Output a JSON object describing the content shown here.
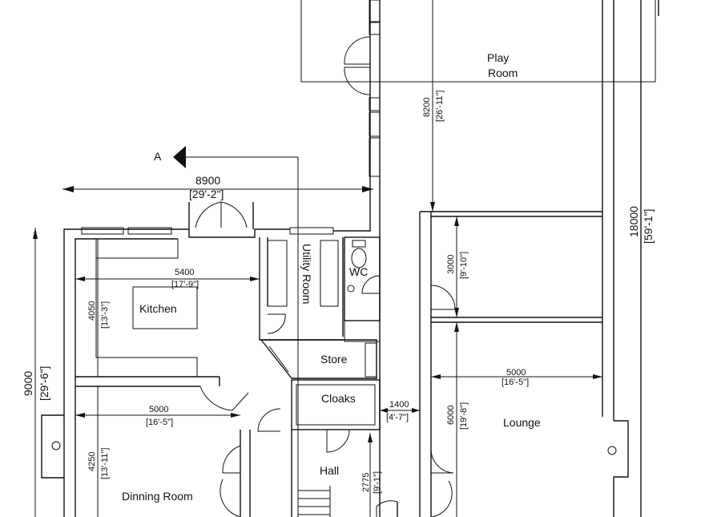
{
  "section_marker": "A",
  "rooms": {
    "play_room_line1": "Play",
    "play_room_line2": "Room",
    "kitchen": "Kitchen",
    "utility_room": "Utility Room",
    "wc": "WC",
    "store": "Store",
    "cloaks": "Cloaks",
    "lounge": "Lounge",
    "hall": "Hall",
    "dinning_room": "Dinning Room"
  },
  "dimensions": {
    "overall_width_mm": "8900",
    "overall_width_ft": "[29'-2\"]",
    "kitchen_width_mm": "5400",
    "kitchen_width_ft": "[17'-9\"]",
    "kitchen_depth_mm": "4050",
    "kitchen_depth_ft": "[13'-3\"]",
    "dining_width_mm": "5000",
    "dining_width_ft": "[16'-5\"]",
    "dining_depth_mm": "4250",
    "dining_depth_ft": "[13'-11\"]",
    "left_height_mm": "9000",
    "left_height_ft": "[29'-6\"]",
    "play_depth_mm": "8200",
    "play_depth_ft": "[26'-11\"]",
    "right_height_mm": "18000",
    "right_height_ft": "[59'-1\"]",
    "upper_room_depth_mm": "3000",
    "upper_room_depth_ft": "[9'-10\"]",
    "lounge_width_mm": "5000",
    "lounge_width_ft": "[16'-5\"]",
    "lounge_depth_mm": "6000",
    "lounge_depth_ft": "[19'-8\"]",
    "hall_width_mm": "1400",
    "hall_width_ft": "[4'-7\"]",
    "hall_depth_mm": "2775",
    "hall_depth_ft": "[9'-1\"]"
  }
}
